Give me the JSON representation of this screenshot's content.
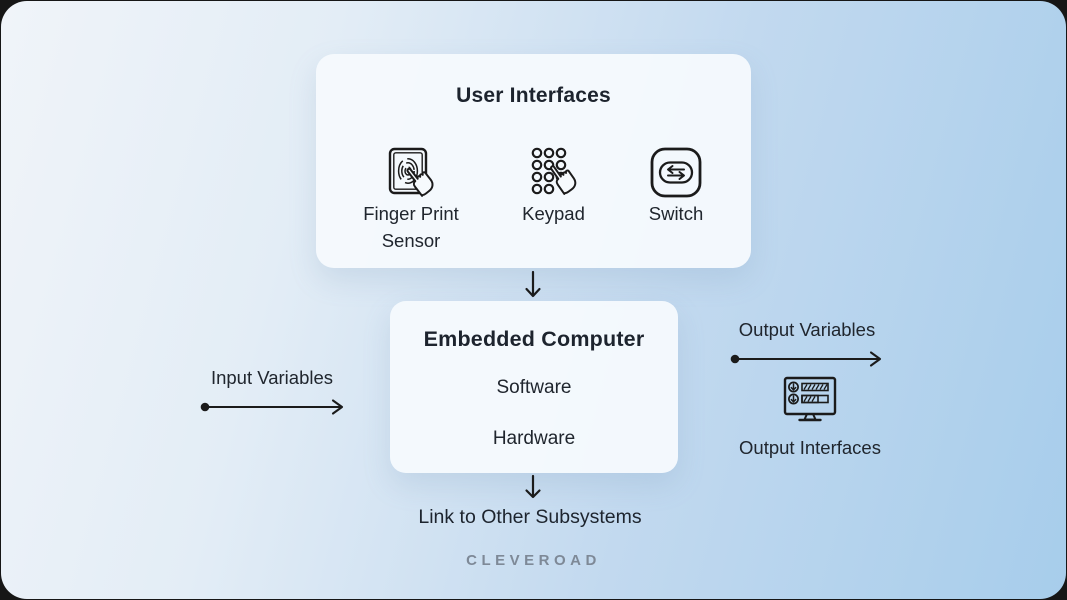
{
  "brand": {
    "logo_text": "CLEVEROAD"
  },
  "colors": {
    "frame_background": "#161616",
    "background_gradient_start": "#f0f4f9",
    "background_gradient_end": "#a7cdeb",
    "card_background": "#f6fafd",
    "text_primary": "#1d242e",
    "brand_text": "#7e8997",
    "line_color": "#1b1b1b"
  },
  "diagram": {
    "user_interfaces": {
      "title": "User Interfaces",
      "items": [
        {
          "label": "Finger Print Sensor",
          "icon": "fingerprint-sensor-icon"
        },
        {
          "label": "Keypad",
          "icon": "keypad-icon"
        },
        {
          "label": "Switch",
          "icon": "switch-icon"
        }
      ]
    },
    "embedded_computer": {
      "title": "Embedded Computer",
      "layers": [
        "Software",
        "Hardware"
      ]
    },
    "input_arrow_label": "Input Variables",
    "output_arrow_label": "Output Variables",
    "output_interfaces": {
      "label": "Output Interfaces",
      "icon": "output-monitor-icon"
    },
    "link_label": "Link to Other Subsystems"
  }
}
